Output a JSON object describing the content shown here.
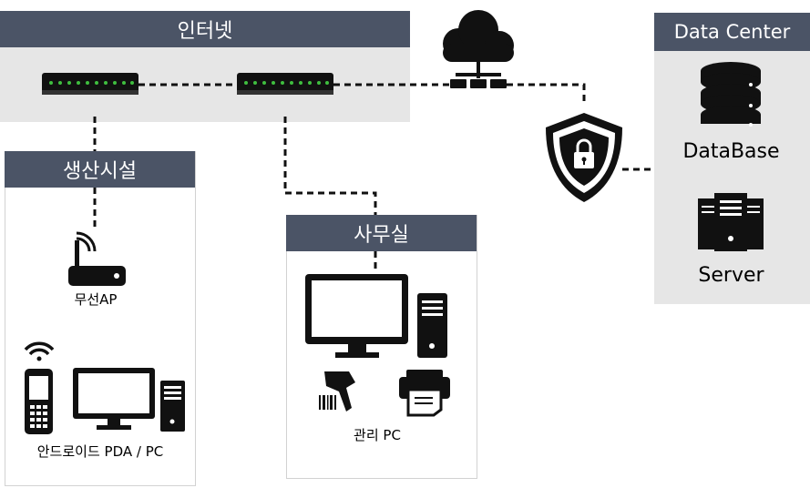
{
  "sections": {
    "internet": "인터넷",
    "factory": "생산시설",
    "office": "사무실",
    "datacenter": "Data Center"
  },
  "labels": {
    "wireless_ap": "무선AP",
    "android": "안드로이드 PDA / PC",
    "admin_pc": "관리 PC",
    "database": "DataBase",
    "server": "Server"
  },
  "icons": [
    "switch-icon",
    "switch-icon",
    "cloud-icon",
    "shield-lock-icon",
    "router-icon",
    "wifi-icon",
    "mobile-phone-icon",
    "monitor-icon",
    "tower-pc-icon",
    "barcode-scanner-icon",
    "printer-icon",
    "database-icon",
    "server-icon"
  ],
  "colors": {
    "header": "#4b5466",
    "panel": "#e6e6e6",
    "line": "#111111"
  }
}
